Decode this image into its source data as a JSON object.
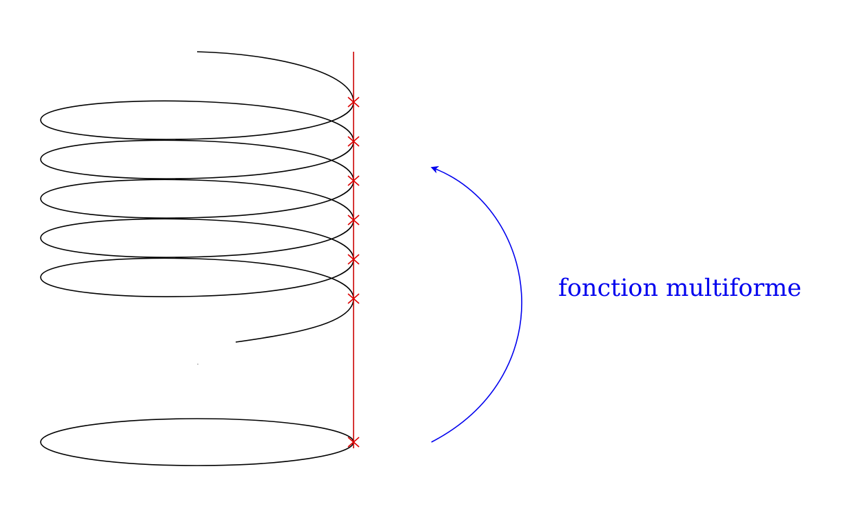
{
  "diagram": {
    "label": "fonction multiforme",
    "colors": {
      "helix": "#000000",
      "axis": "#cc0000",
      "markers": "#dd0000",
      "arrow": "#0000ee",
      "label": "#0000ee"
    },
    "helix_turns": 6,
    "marker_count": 7,
    "bottom_ellipse_count": 1
  }
}
